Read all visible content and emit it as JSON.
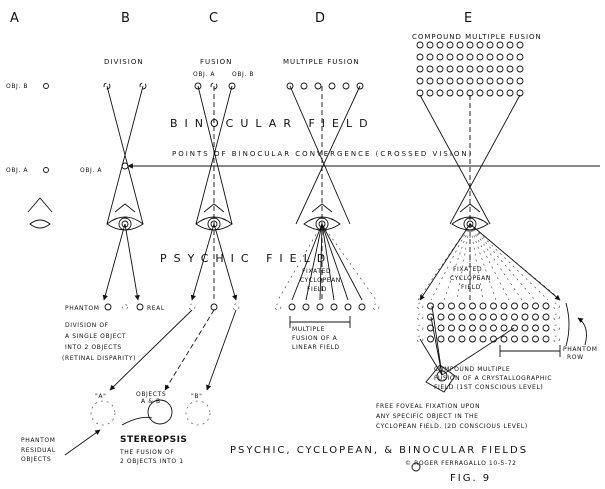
{
  "columns": [
    "A",
    "B",
    "C",
    "D",
    "E"
  ],
  "headers": {
    "division": "DIVISION",
    "fusion": "FUSION",
    "multiple_fusion": "MULTIPLE FUSION",
    "compound": "COMPOUND MULTIPLE FUSION"
  },
  "labels": {
    "obj_b": "OBJ. B",
    "obj_a": "OBJ. A",
    "obj_a_c": "OBJ. A",
    "obj_b_c": "OBJ. B",
    "obj_a_b": "OBJ. A",
    "binocular_field": "BINOCULAR FIELD",
    "convergence": "POINTS OF BINOCULAR CONVERGENCE (CROSSED VISION)",
    "psychic_field": "PSYCHIC FIELD",
    "fixated_d": [
      "FIXATED",
      "CYCLOPEAN",
      "FIELD"
    ],
    "fixated_e": [
      "FIXATED",
      "CYCLOPEAN",
      "FIELD"
    ],
    "phantom": "PHANTOM",
    "real": "REAL",
    "division_note": [
      "DIVISION OF",
      "A SINGLE OBJECT",
      "INTO 2 OBJECTS",
      "(RETINAL DISPARITY)"
    ],
    "multiple_note": [
      "MULTIPLE",
      "FUSION OF A",
      "LINEAR FIELD"
    ],
    "phantom_row": [
      "PHANTOM",
      "ROW"
    ],
    "compound_note": [
      "COMPOUND MULTIPLE",
      "FUSION OF A CRYSTALLOGRAPHIC",
      "FIELD (1ST CONSCIOUS LEVEL)"
    ],
    "free_note": [
      "FREE FOVEAL FIXATION UPON",
      "ANY SPECIFIC OBJECT IN THE",
      "CYCLOPEAN FIELD. (2D CONSCIOUS LEVEL)"
    ],
    "a_quote": "\"A\"",
    "b_quote": "\"B\"",
    "objects_ab": [
      "OBJECTS",
      "A & B"
    ],
    "phantom_residual": [
      "PHANTOM",
      "RESIDUAL",
      "OBJECTS"
    ],
    "stereopsis": "STEREOPSIS",
    "stereopsis_note": [
      "THE FUSION OF",
      "2 OBJECTS INTO 1"
    ]
  },
  "caption": {
    "title": "PSYCHIC, CYCLOPEAN, & BINOCULAR FIELDS",
    "credit": "© ROGER FERRAGALLO 10-5-72",
    "fig": "FIG. 9"
  }
}
